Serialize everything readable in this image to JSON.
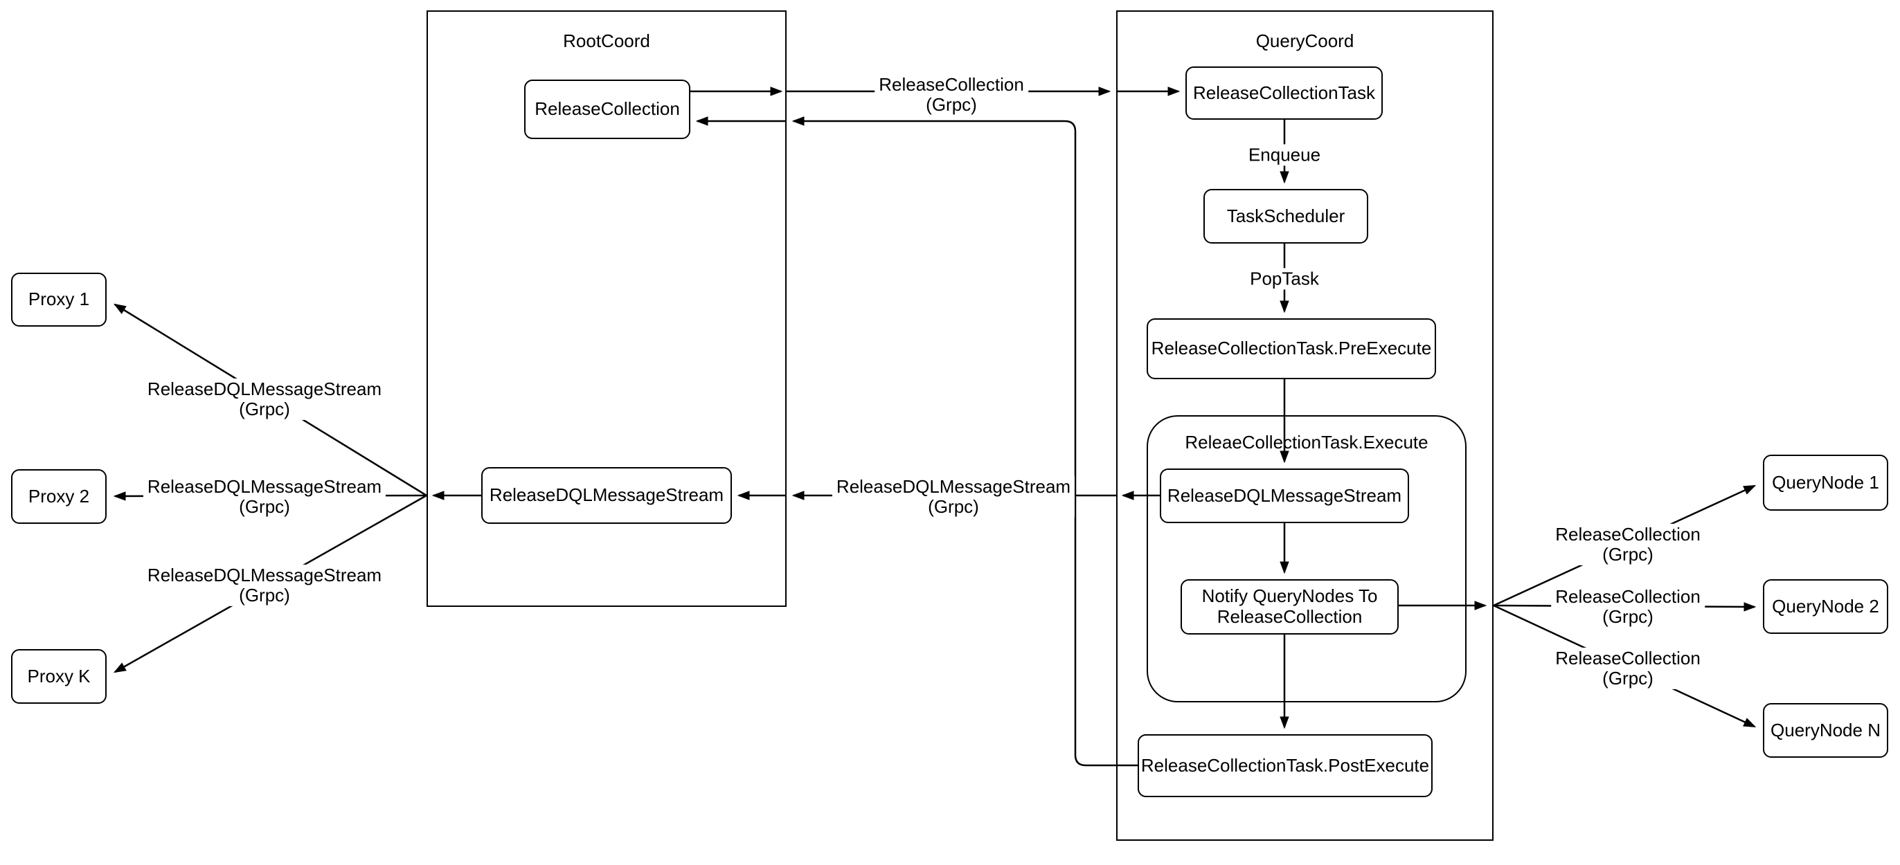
{
  "containers": {
    "rootcoord": {
      "title": "RootCoord"
    },
    "querycoord": {
      "title": "QueryCoord"
    },
    "execute_group": {
      "title": "ReleaeCollectionTask.Execute"
    }
  },
  "nodes": {
    "release_collection": {
      "label": "ReleaseCollection"
    },
    "root_release_dql": {
      "label": "ReleaseDQLMessageStream"
    },
    "release_collection_task": {
      "label": "ReleaseCollectionTask"
    },
    "task_scheduler": {
      "label": "TaskScheduler"
    },
    "pre_execute": {
      "label": "ReleaseCollectionTask.PreExecute"
    },
    "exec_release_dql": {
      "label": "ReleaseDQLMessageStream"
    },
    "notify_querynodes": {
      "label": "Notify QueryNodes To ReleaseCollection"
    },
    "post_execute": {
      "label": "ReleaseCollectionTask.PostExecute"
    },
    "proxy_1": {
      "label": "Proxy 1"
    },
    "proxy_2": {
      "label": "Proxy 2"
    },
    "proxy_k": {
      "label": "Proxy K"
    },
    "querynode_1": {
      "label": "QueryNode 1"
    },
    "querynode_2": {
      "label": "QueryNode 2"
    },
    "querynode_n": {
      "label": "QueryNode N"
    }
  },
  "edge_labels": {
    "enqueue": "Enqueue",
    "pop_task": "PopTask",
    "release_collection": {
      "line1": "ReleaseCollection",
      "line2": "(Grpc)"
    },
    "release_dql": {
      "line1": "ReleaseDQLMessageStream",
      "line2": "(Grpc)"
    }
  },
  "colors": {
    "stroke": "#000000",
    "background": "#ffffff"
  }
}
